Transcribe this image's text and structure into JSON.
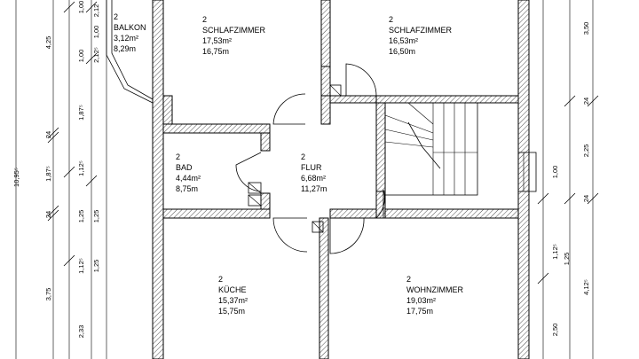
{
  "rooms": [
    {
      "id": "balkon",
      "floor": "2",
      "name": "BALKON",
      "area": "3,12m²",
      "perimeter": "8,29m"
    },
    {
      "id": "schlaf1",
      "floor": "2",
      "name": "SCHLAFZIMMER",
      "area": "17,53m²",
      "perimeter": "16,75m"
    },
    {
      "id": "schlaf2",
      "floor": "2",
      "name": "SCHLAFZIMMER",
      "area": "16,53m²",
      "perimeter": "16,50m"
    },
    {
      "id": "bad",
      "floor": "2",
      "name": "BAD",
      "area": "4,44m²",
      "perimeter": "8,75m"
    },
    {
      "id": "flur",
      "floor": "2",
      "name": "FLUR",
      "area": "6,68m²",
      "perimeter": "11,27m"
    },
    {
      "id": "kueche",
      "floor": "2",
      "name": "KÜCHE",
      "area": "15,37m²",
      "perimeter": "15,75m"
    },
    {
      "id": "wohn",
      "floor": "2",
      "name": "WOHNZIMMER",
      "area": "19,03m²",
      "perimeter": "17,75m"
    }
  ],
  "dimensions": {
    "outer_total": "10,95⁵",
    "left_a": [
      "4,25",
      "24",
      "1,87⁵",
      "24",
      "3,75"
    ],
    "left_b": [
      "1,00",
      "1,00",
      "1,87⁵",
      "1,12⁵",
      "1,25",
      "1,12⁵",
      "2,33"
    ],
    "left_c": [
      "2,12",
      "2,12⁵",
      "1,00",
      "1,25",
      "1,25"
    ],
    "right_a": [
      "3,50",
      "24",
      "2,25",
      "24",
      "4,12⁵",
      "2,50"
    ],
    "right_b": [
      "1,00",
      "1,12⁵",
      "1,25"
    ]
  }
}
